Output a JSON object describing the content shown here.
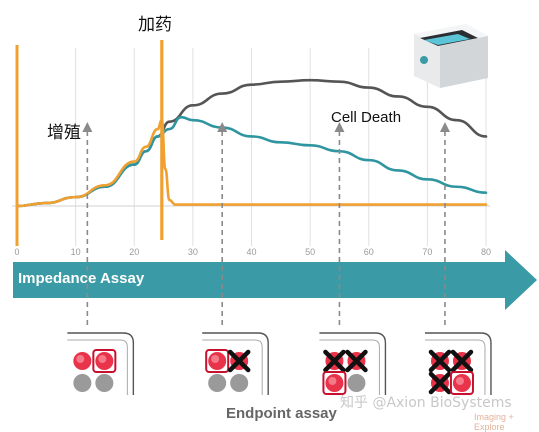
{
  "labels": {
    "treatment": "加药",
    "proliferation": "增殖",
    "cell_death": "Cell Death",
    "timeline": "Impedance Assay",
    "endpoint": "Endpoint assay",
    "watermark": "知乎 @Axion BioSystems",
    "watermark_small": "Imaging + Explore"
  },
  "colors": {
    "arrow": "#3a9aa5",
    "treatment_line": "#f0a030",
    "untreated_curve": "#555555",
    "partial_curve": "#2f95a0",
    "toxic_curve": "#f0a030",
    "grid": "#e0e0e0",
    "live_cell": "#e8334a",
    "inactive_well": "#9a9a9a"
  },
  "chart_data": {
    "type": "line",
    "x_ticks": [
      0,
      10,
      20,
      30,
      40,
      50,
      60,
      70,
      80
    ],
    "xlim": [
      0,
      80
    ],
    "ylim": [
      0,
      1
    ],
    "treatment_time": 24.7,
    "series": [
      {
        "id": "untreated",
        "x": [
          0,
          5,
          10,
          15,
          20,
          22,
          24,
          26,
          30,
          35,
          40,
          45,
          50,
          55,
          60,
          65,
          70,
          75,
          80
        ],
        "y": [
          0.0,
          0.02,
          0.06,
          0.13,
          0.28,
          0.37,
          0.47,
          0.57,
          0.68,
          0.76,
          0.82,
          0.84,
          0.85,
          0.84,
          0.8,
          0.74,
          0.67,
          0.58,
          0.47
        ]
      },
      {
        "id": "partial",
        "x": [
          0,
          5,
          10,
          15,
          20,
          22,
          24,
          26,
          28,
          30,
          35,
          40,
          45,
          50,
          55,
          60,
          65,
          70,
          75,
          80
        ],
        "y": [
          0.0,
          0.02,
          0.06,
          0.13,
          0.28,
          0.37,
          0.47,
          0.52,
          0.6,
          0.58,
          0.53,
          0.47,
          0.43,
          0.41,
          0.37,
          0.31,
          0.24,
          0.18,
          0.13,
          0.09
        ]
      },
      {
        "id": "toxic",
        "x": [
          0,
          5,
          10,
          15,
          20,
          22,
          24,
          24.7,
          25.3,
          26,
          27,
          30,
          40,
          50,
          60,
          70,
          80
        ],
        "y": [
          0.0,
          0.02,
          0.06,
          0.14,
          0.3,
          0.4,
          0.52,
          0.58,
          0.25,
          0.04,
          0.01,
          0.01,
          0.01,
          0.01,
          0.01,
          0.01,
          0.01
        ]
      }
    ],
    "sample_times": [
      12,
      35,
      55,
      73
    ]
  },
  "wells": [
    {
      "time": 12,
      "cells": [
        "live",
        "live-highlight",
        "inactive",
        "inactive"
      ]
    },
    {
      "time": 35,
      "cells": [
        "live-highlight",
        "dead",
        "inactive",
        "inactive"
      ]
    },
    {
      "time": 55,
      "cells": [
        "dead",
        "dead",
        "live-highlight",
        "inactive"
      ]
    },
    {
      "time": 73,
      "cells": [
        "dead",
        "dead",
        "dead",
        "live-highlight"
      ]
    }
  ]
}
